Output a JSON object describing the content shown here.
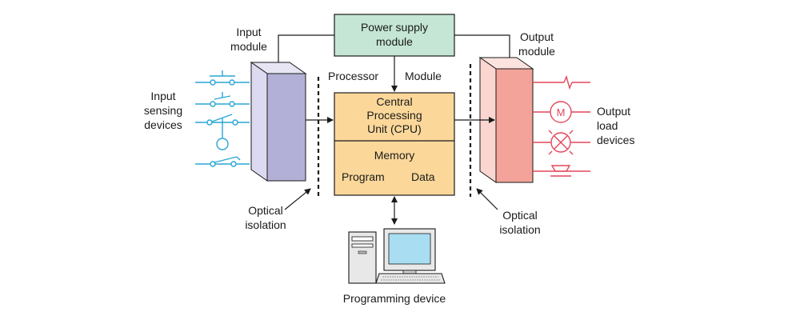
{
  "power_supply": {
    "line1": "Power supply",
    "line2": "module"
  },
  "input_module": {
    "line1": "Input",
    "line2": "module"
  },
  "output_module": {
    "line1": "Output",
    "line2": "module"
  },
  "processor_label": "Processor",
  "module_label": "Module",
  "cpu": {
    "line1": "Central",
    "line2": "Processing",
    "line3": "Unit (CPU)"
  },
  "memory": {
    "title": "Memory",
    "program": "Program",
    "data": "Data"
  },
  "input_devices": {
    "line1": "Input",
    "line2": "sensing",
    "line3": "devices"
  },
  "output_devices": {
    "line1": "Output",
    "line2": "load",
    "line3": "devices"
  },
  "optical_left": {
    "line1": "Optical",
    "line2": "isolation"
  },
  "optical_right": {
    "line1": "Optical",
    "line2": "isolation"
  },
  "motor_symbol": "M",
  "programming_device": "Programming device",
  "colors": {
    "power_fill": "#c5e6d4",
    "input_module_front": "#b3b0d8",
    "input_module_side": "#dcdaf0",
    "output_module_front": "#f4a39a",
    "output_module_side": "#fbd6d1",
    "cpu_fill": "#fbd89a",
    "input_wiring": "#29a6d6",
    "output_wiring": "#e3475a"
  }
}
